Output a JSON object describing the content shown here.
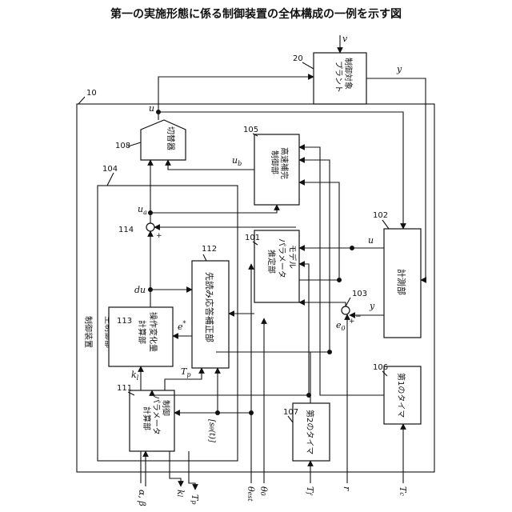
{
  "figure_title": "第一の実施形態に係る制御装置の全体構成の一例を示す図",
  "refs": {
    "r10": "10",
    "r20": "20",
    "r101": "101",
    "r102": "102",
    "r103": "103",
    "r104": "104",
    "r105": "105",
    "r106": "106",
    "r107": "107",
    "r108": "108",
    "r111": "111",
    "r112": "112",
    "r113": "113",
    "r114": "114"
  },
  "blocks": {
    "plant": [
      "制御対象",
      "プラント"
    ],
    "switch": "切替器",
    "hs_comp": [
      "高速補完",
      "制御部"
    ],
    "model_est": [
      "モデル",
      "パラメータ",
      "推定部"
    ],
    "measure": "計測部",
    "timer1": "第1のタイマ",
    "timer2": "第2のタイマ",
    "ff_corr": "先読み応答補正部",
    "op_calc": [
      "操作変化量",
      "計算部"
    ],
    "param_calc": [
      "制御",
      "パラメータ",
      "計算部"
    ],
    "device": "制御装置",
    "main_ctrl": "主制御部"
  },
  "signals": {
    "v": "v",
    "y_top": "y",
    "u_top": "u",
    "u_b": "u",
    "u_b_sub": "b",
    "u_a": "u",
    "u_a_sub": "a",
    "du": "du",
    "e_star": "e",
    "e_star_sup": "*",
    "k_l": "k",
    "k_l_sub": "l",
    "t_p": "T",
    "t_p_sub": "p",
    "s_theta": "[s",
    "s_theta_sub": "θ",
    "s_theta_tail": "(t)]",
    "u_mid": "u",
    "y_mid": "y",
    "e0": "e",
    "e0_sub": "0",
    "plus": "+",
    "minus": "−"
  },
  "bottom_labels": {
    "alpha_beta": "α, β",
    "k_l": "k",
    "k_l_sub": "l",
    "t_p": "T",
    "t_p_sub": "p",
    "theta_est": "θ",
    "theta_est_sub": "est",
    "theta0": "θ",
    "theta0_sub": "0",
    "t_f": "T",
    "t_f_sub": "f",
    "r": "r",
    "t_c": "T",
    "t_c_sub": "c"
  }
}
